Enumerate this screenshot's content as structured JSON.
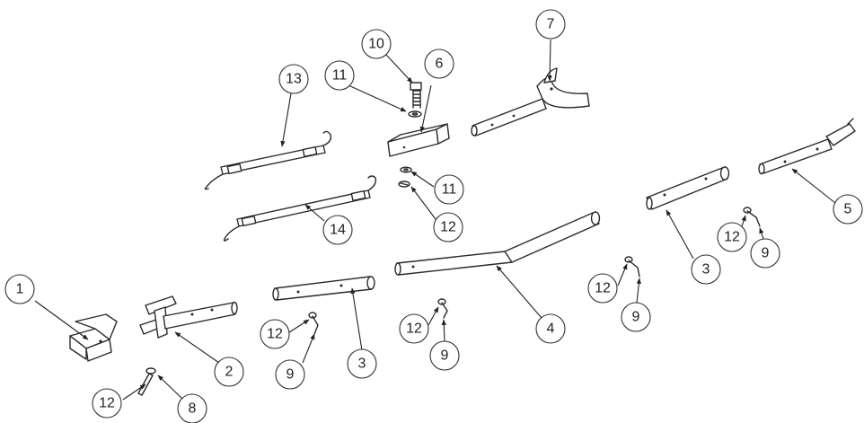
{
  "callouts": {
    "c1": "1",
    "c2": "2",
    "c3a": "3",
    "c3b": "3",
    "c4": "4",
    "c5": "5",
    "c6": "6",
    "c7": "7",
    "c8": "8",
    "c9a": "9",
    "c9b": "9",
    "c9c": "9",
    "c9d": "9",
    "c10": "10",
    "c11a": "11",
    "c11b": "11",
    "c12a": "12",
    "c12b": "12",
    "c12c": "12",
    "c12d": "12",
    "c12e": "12",
    "c12f": "12",
    "c13": "13",
    "c14": "14"
  }
}
